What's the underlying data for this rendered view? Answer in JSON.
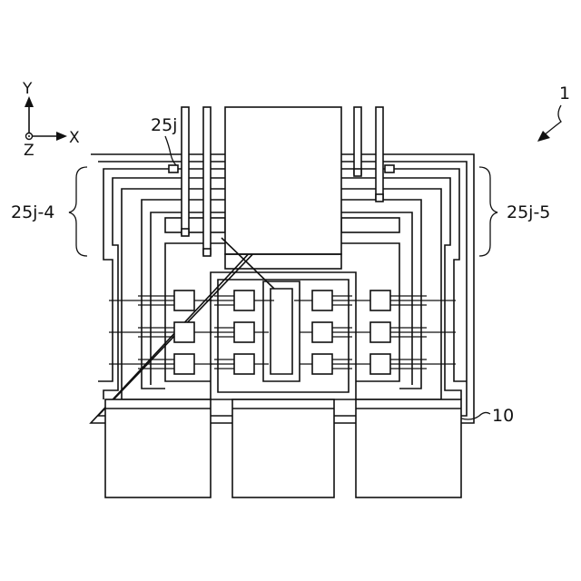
{
  "axes": {
    "y": "Y",
    "x": "X",
    "z": "Z"
  },
  "labels": {
    "device": "1",
    "lead": "25j",
    "left_group": "25j-4",
    "right_group": "25j-5",
    "substrate": "10"
  }
}
